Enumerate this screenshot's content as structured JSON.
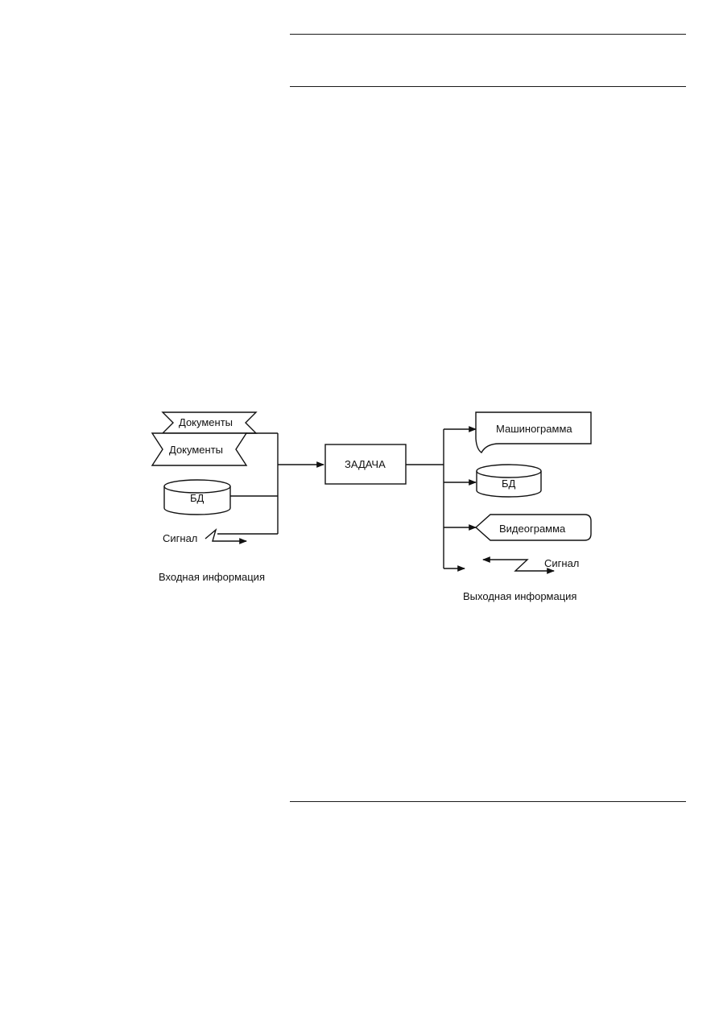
{
  "diagram": {
    "inputs": {
      "document_top": "Документы",
      "document_bottom": "Документы",
      "database": "БД",
      "signal": "Сигнал",
      "caption": "Входная информация"
    },
    "task": "ЗАДАЧА",
    "outputs": {
      "printout": "Машинограмма",
      "database": "БД",
      "screen": "Видеограмма",
      "signal": "Сигнал",
      "caption": "Выходная информация"
    }
  }
}
